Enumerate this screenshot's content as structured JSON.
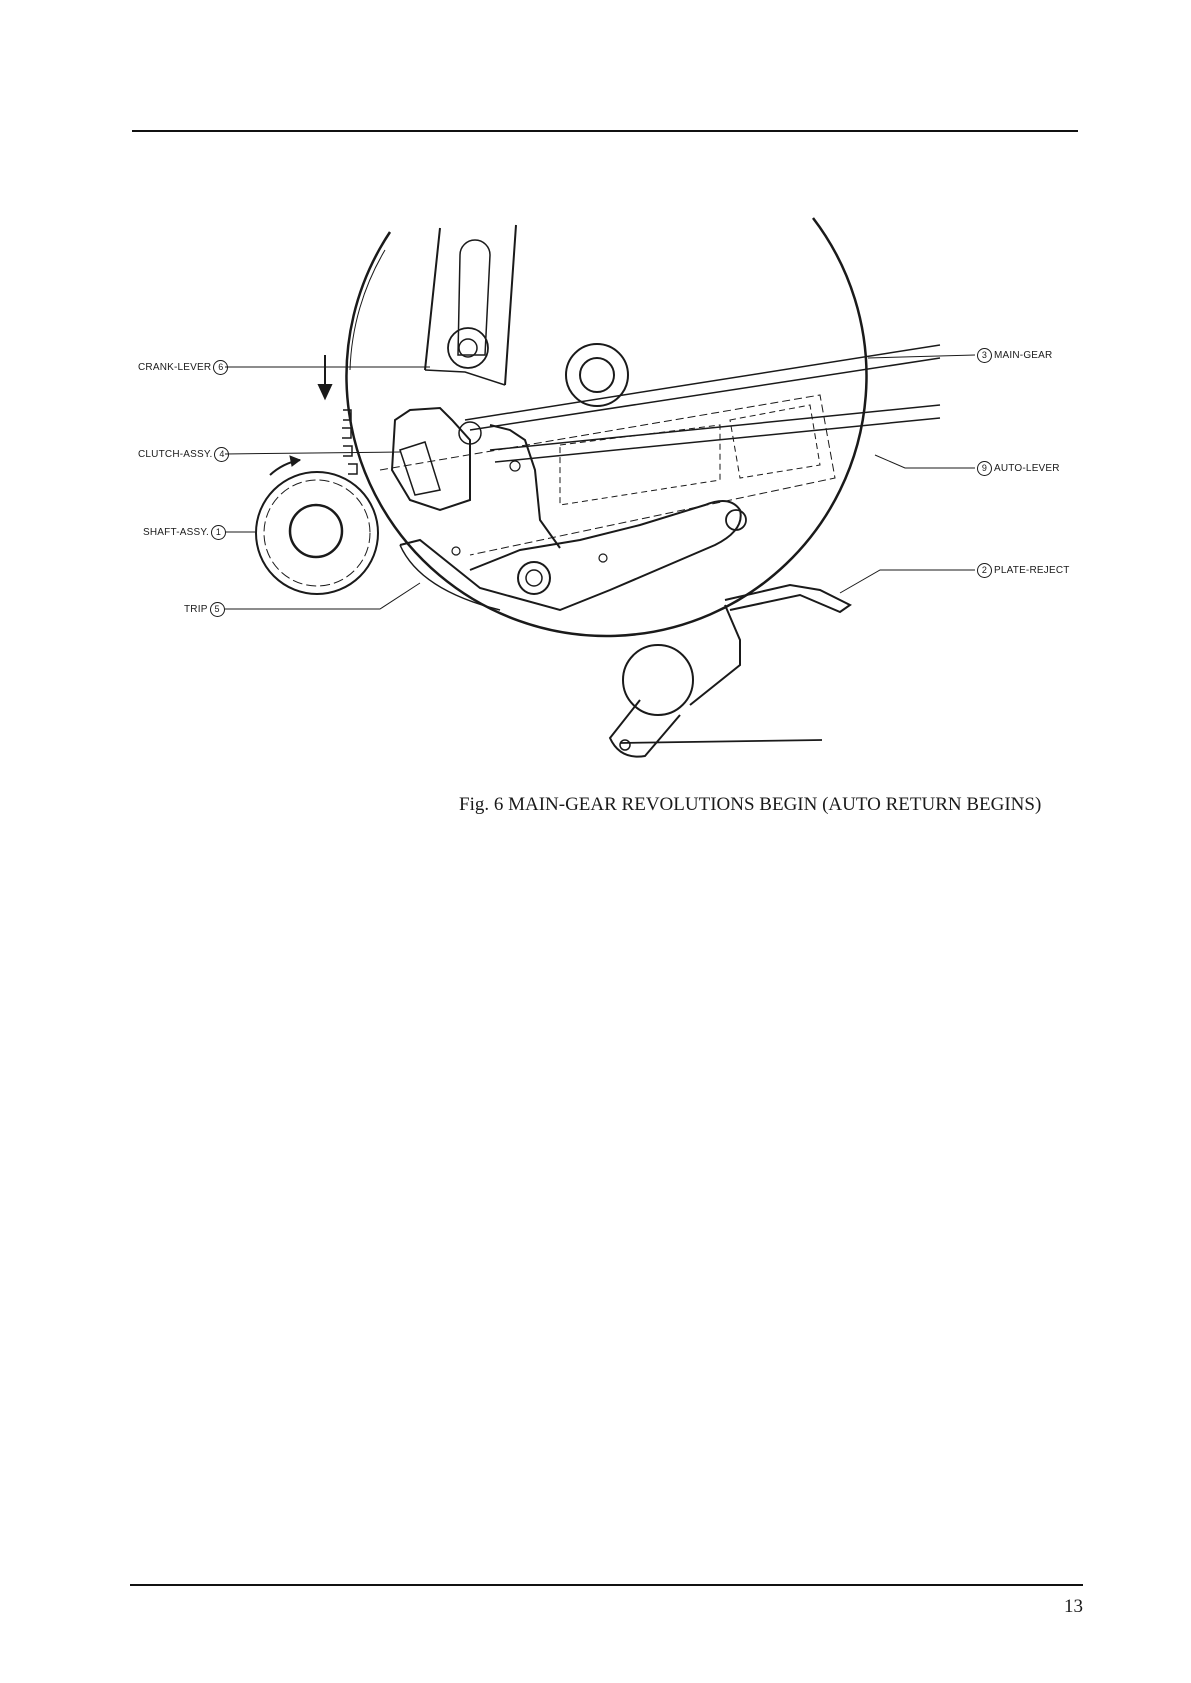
{
  "figure": {
    "caption": "Fig. 6  MAIN-GEAR REVOLUTIONS BEGIN (AUTO RETURN BEGINS)",
    "labels": {
      "crank_lever": {
        "text": "CRANK-LEVER",
        "num": "6"
      },
      "clutch_assy": {
        "text": "CLUTCH-ASSY.",
        "num": "4"
      },
      "shaft_assy": {
        "text": "SHAFT-ASSY.",
        "num": "1"
      },
      "trip": {
        "text": "TRIP",
        "num": "5"
      },
      "main_gear": {
        "text": "MAIN-GEAR",
        "num": "3"
      },
      "auto_lever": {
        "text": "AUTO-LEVER",
        "num": "9"
      },
      "plate_reject": {
        "text": "PLATE-REJECT",
        "num": "2"
      }
    }
  },
  "page": {
    "number": "13"
  }
}
